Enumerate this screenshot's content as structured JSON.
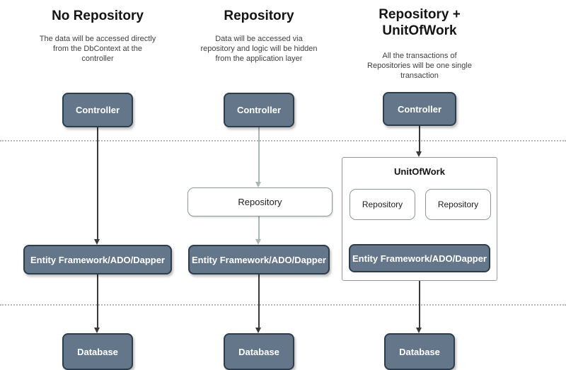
{
  "columns": [
    {
      "title": "No Repository",
      "description": "The data will be accessed directly\nfrom the DbContext at the\ncontroller",
      "controller": "Controller",
      "ef": "Entity Framework/ADO/Dapper",
      "database": "Database"
    },
    {
      "title": "Repository",
      "description": "Data will be accessed via\nrepository and logic will be hidden\nfrom the application layer",
      "controller": "Controller",
      "repository": "Repository",
      "ef": "Entity Framework/ADO/Dapper",
      "database": "Database"
    },
    {
      "title": "Repository +\nUnitOfWork",
      "description": "All the transactions of\nRepositories will be one single\ntransaction",
      "controller": "Controller",
      "unitofwork": {
        "label": "UnitOfWork",
        "repositories": [
          "Repository",
          "Repository"
        ]
      },
      "ef": "Entity Framework/ADO/Dapper",
      "database": "Database"
    }
  ],
  "colors": {
    "box_fill": "#64778a",
    "box_border": "#2e3d4c",
    "white_box_border": "#8d9999",
    "dark_arrow": "#3a3a3a",
    "light_arrow": "#a8b6b4",
    "dotted_divider": "#b5b5b5",
    "box_text": "#ffffff",
    "title_text": "#141414"
  }
}
